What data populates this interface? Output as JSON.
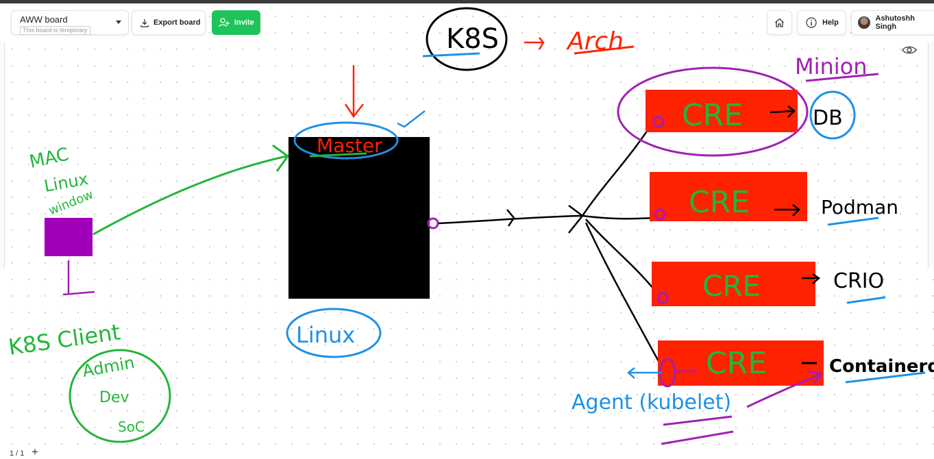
{
  "header": {
    "board_name": "AWW board",
    "board_status": "This board is temporary",
    "export_label": "Export board",
    "invite_label": "Invite",
    "help_label": "Help",
    "user_name": "Ashutoshh Singh"
  },
  "footer": {
    "page_counter": "1 / 1",
    "add_page_symbol": "+"
  },
  "board": {
    "title": "K8S",
    "subtitle": "Arch",
    "client_device_label_1": "MAC",
    "client_device_label_2": "Linux",
    "client_device_label_3": "window",
    "client_label": "K8S Client",
    "client_roles": [
      "Admin",
      "Dev",
      "SoC"
    ],
    "master_label": "Master",
    "master_os_label": "Linux",
    "minion_label": "Minion",
    "cre_label": "CRE",
    "runtime_labels": [
      "DB",
      "Podman",
      "CRIO",
      "Containerd"
    ],
    "agent_label": "Agent (kubelet)"
  },
  "colors": {
    "invite_green": "#1ec45a",
    "ink_black": "#000000",
    "ink_red": "#ff2200",
    "ink_green": "#22b63a",
    "ink_blue": "#1e90e6",
    "ink_purple": "#a11fb5",
    "client_box": "#a000b8"
  },
  "icons": [
    "chevron-down-icon",
    "download-icon",
    "add-user-icon",
    "home-icon",
    "info-icon",
    "eye-icon"
  ]
}
